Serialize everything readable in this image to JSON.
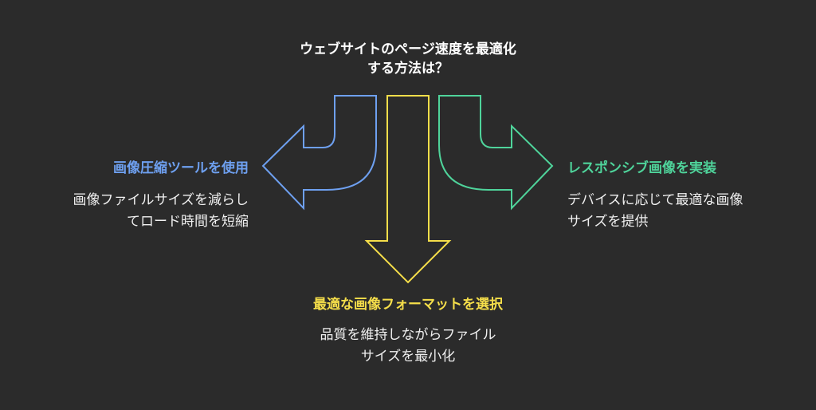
{
  "title": {
    "line1": "ウェブサイトのページ速度を最適化",
    "line2": "する方法は？"
  },
  "options": {
    "left": {
      "heading": "画像圧縮ツールを使用",
      "desc_line1": "画像ファイルサイズを減らし",
      "desc_line2": "てロード時間を短縮",
      "color": "#6ea0f0"
    },
    "right": {
      "heading": "レスポンシブ画像を実装",
      "desc_line1": "デバイスに応じて最適な画像",
      "desc_line2": "サイズを提供",
      "color": "#4fd49b"
    },
    "bottom": {
      "heading": "最適な画像フォーマットを選択",
      "desc_line1": "品質を維持しながらファイル",
      "desc_line2": "サイズを最小化",
      "color": "#f5de4a"
    }
  },
  "colors": {
    "background": "#2b2b2b",
    "title_text": "#ffffff"
  }
}
